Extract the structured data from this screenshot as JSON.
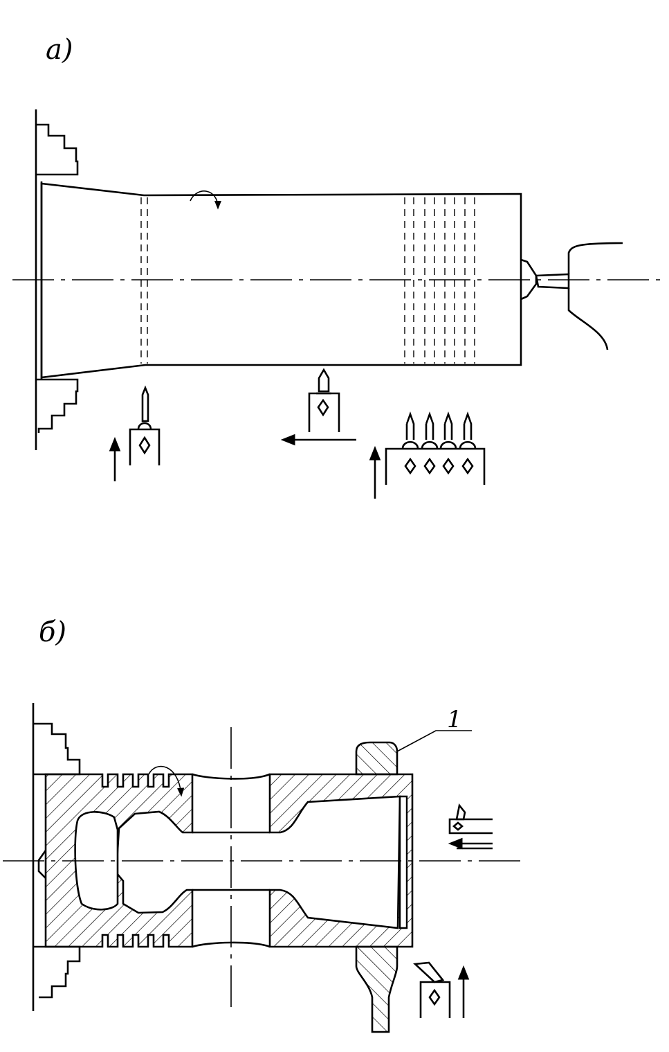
{
  "panels": {
    "a": {
      "label": "a)"
    },
    "b": {
      "label": "б)"
    }
  },
  "callouts": {
    "part_number": "1"
  },
  "colors": {
    "ink": "#000000",
    "paper": "#ffffff"
  }
}
